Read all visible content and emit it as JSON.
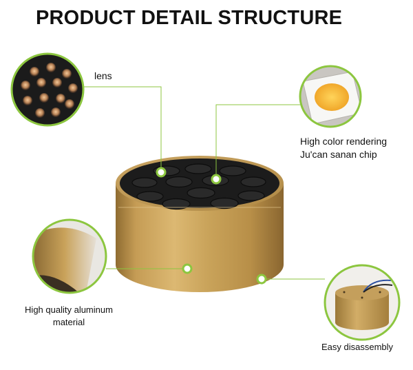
{
  "title": "PRODUCT DETAIL STRUCTURE",
  "colors": {
    "accent": "#8cc63f",
    "gold": "#c9a35a",
    "lens_black": "#1b1b1b"
  },
  "callouts": {
    "lens": {
      "label": "lens"
    },
    "chip": {
      "line1": "High color rendering",
      "line2": "Ju'can sanan chip"
    },
    "material": {
      "line1": "High quality aluminum",
      "line2": "material"
    },
    "disassembly": {
      "label": "Easy disassembly"
    }
  }
}
